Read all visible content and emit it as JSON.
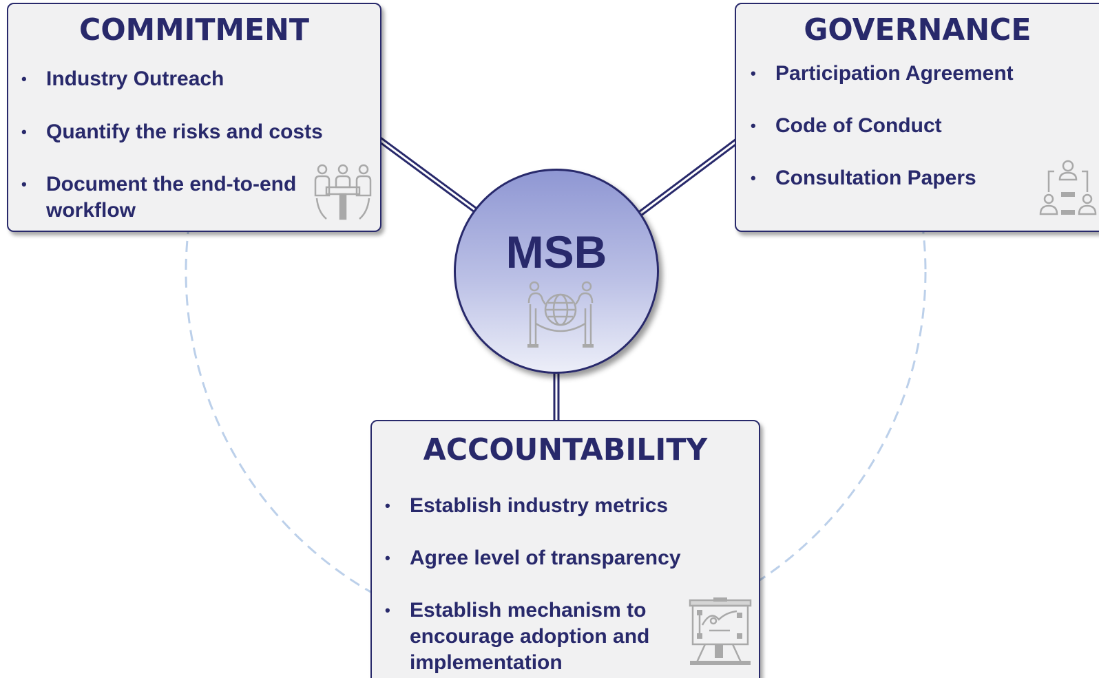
{
  "hub": {
    "label": "MSB",
    "icon": "global-meeting-icon"
  },
  "commitment": {
    "title": "COMMITMENT",
    "items": [
      "Industry Outreach",
      "Quantify the risks and costs",
      "Document the end-to-end workflow"
    ],
    "icon": "meeting-table-icon"
  },
  "governance": {
    "title": "GOVERNANCE",
    "items": [
      "Participation Agreement",
      "Code of Conduct",
      "Consultation Papers"
    ],
    "icon": "org-chart-people-icon"
  },
  "accountability": {
    "title": "ACCOUNTABILITY",
    "items": [
      "Establish industry metrics",
      "Agree level of transparency",
      "Establish mechanism to encourage adoption and implementation"
    ],
    "icon": "presentation-board-icon"
  },
  "colors": {
    "navy": "#28296b",
    "card_fill": "#f1f1f2",
    "dashed_ring": "#bcd0ea",
    "icon_gray": "#a9a9a9"
  }
}
